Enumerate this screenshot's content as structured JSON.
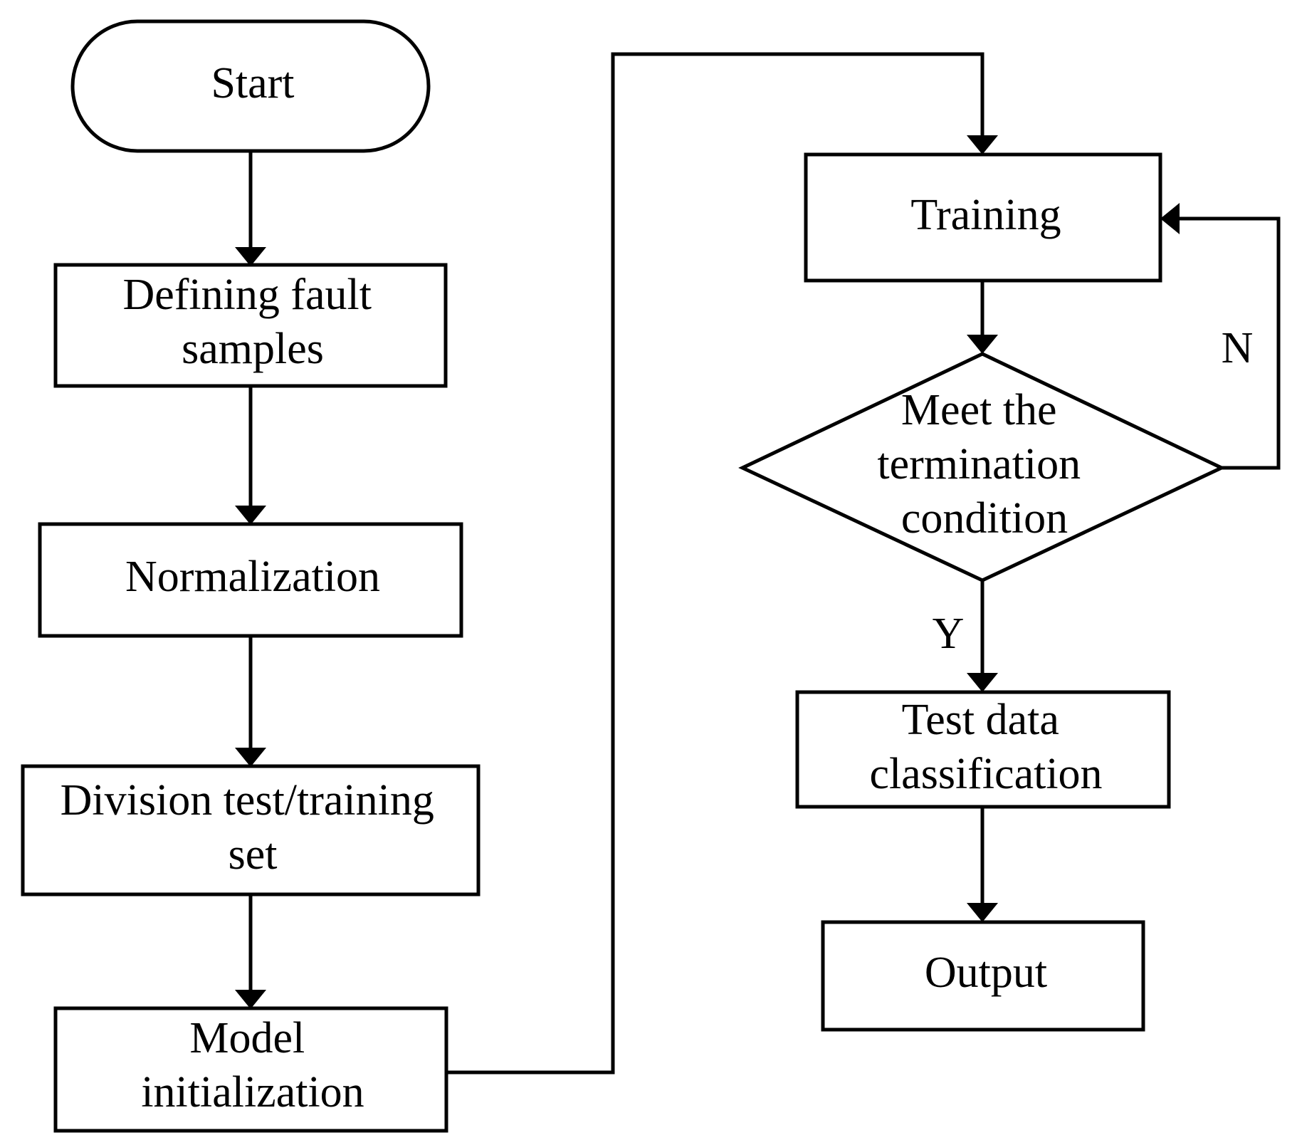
{
  "nodes": {
    "start": {
      "lines": [
        "Start"
      ]
    },
    "defining": {
      "lines": [
        "Defining fault",
        "samples"
      ]
    },
    "normalization": {
      "lines": [
        "Normalization"
      ]
    },
    "division": {
      "lines": [
        "Division test/training",
        "set"
      ]
    },
    "model_init": {
      "lines": [
        "Model",
        "initialization"
      ]
    },
    "training": {
      "lines": [
        "Training"
      ]
    },
    "decision": {
      "lines": [
        "Meet the",
        "termination",
        "condition"
      ]
    },
    "test_class": {
      "lines": [
        "Test data",
        "classification"
      ]
    },
    "output": {
      "lines": [
        "Output"
      ]
    }
  },
  "edge_labels": {
    "no": "N",
    "yes": "Y"
  }
}
